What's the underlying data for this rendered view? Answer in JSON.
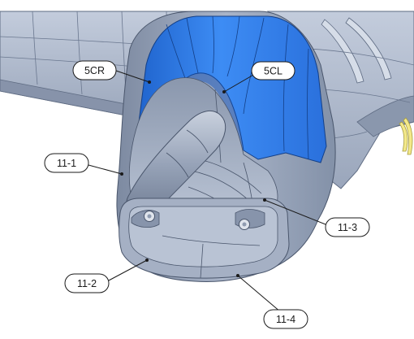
{
  "callouts": {
    "c5cr": "5CR",
    "c5cl": "5CL",
    "c11_1": "11-1",
    "c11_2": "11-2",
    "c11_3": "11-3",
    "c11_4": "11-4"
  },
  "colors": {
    "background": "#ffffff",
    "skin_light": "#b4bfd2",
    "skin_mid": "#98a5bb",
    "skin_dark": "#6e7c93",
    "frame_blue": "#2e7ff0",
    "frame_blue_dark": "#1d5fc4",
    "panel_line": "#3b4458",
    "accent_yellow": "#f3e98a"
  }
}
